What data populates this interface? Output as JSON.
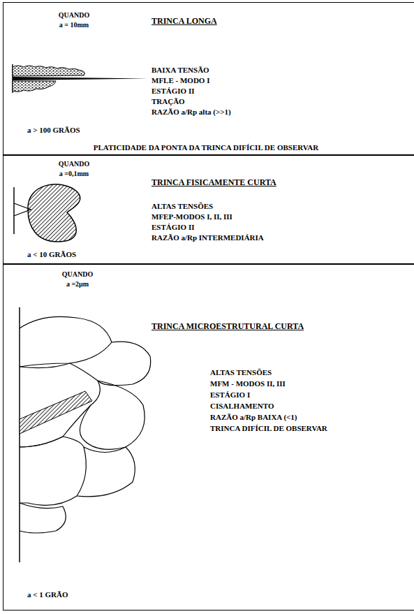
{
  "diagram": {
    "nodes": [
      {
        "text": [
          "QUANDO",
          "a = 10mm",
          "TRINCA LONGA",
          "BAIXA TENSÃO",
          "MFLE - MODO I",
          "ESTÁGIO II",
          "TRAÇÃO",
          "RAZÃO a/Rp alta (>>1)",
          "a > 100 GRÃOS",
          "PLATICIDADE DA PONTA DA TRINCA DIFÍCIL DE OBSERVAR"
        ]
      },
      {
        "text": [
          "QUANDO",
          "a =0,1mm",
          "TRINCA FISICAMENTE CURTA",
          "ALTAS TENSÕES",
          "MFEP-MODOS I, II, III",
          "ESTÁGIO II",
          "RAZÃO a/Rp INTERMEDIÁRIA",
          "a < 10 GRÃOS"
        ]
      },
      {
        "text": [
          "QUANDO",
          "a =2μm",
          "TRINCA MICROESTRUTURAL CURTA",
          "ALTAS TENSÕES",
          "MFM - MODOS II, III",
          "ESTÁGIO I",
          "CISALHAMENTO",
          "RAZÃO a/Rp BAIXA (<1)",
          "TRINCA DIFÍCIL DE OBSERVAR",
          "a < 1 GRÃO"
        ]
      }
    ]
  }
}
